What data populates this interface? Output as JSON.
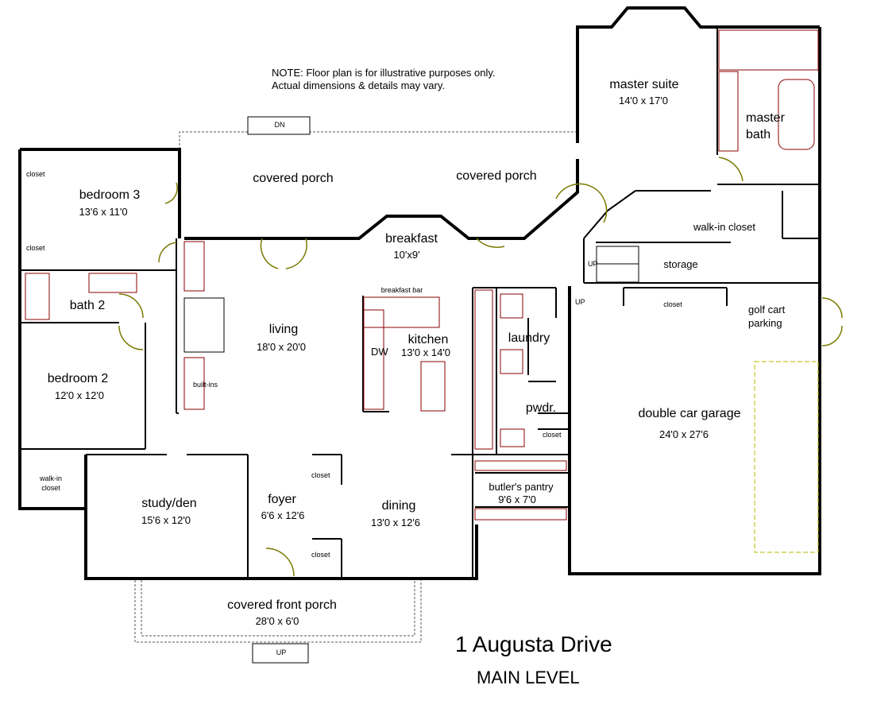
{
  "note": {
    "line1": "NOTE: Floor plan is for illustrative purposes only.",
    "line2": "Actual dimensions & details may vary."
  },
  "title": {
    "address": "1 Augusta Drive",
    "level": "MAIN LEVEL"
  },
  "rooms": {
    "bedroom3": {
      "name": "bedroom 3",
      "dims": "13'6 x 11'0"
    },
    "bedroom2": {
      "name": "bedroom 2",
      "dims": "12'0 x 12'0"
    },
    "bath2": {
      "name": "bath 2"
    },
    "master_suite": {
      "name": "master suite",
      "dims": "14'0 x 17'0"
    },
    "master_bath": {
      "name": "master",
      "name2": "bath"
    },
    "covered_porch_left": {
      "name": "covered porch"
    },
    "covered_porch_right": {
      "name": "covered porch"
    },
    "breakfast": {
      "name": "breakfast",
      "dims": "10'x9'"
    },
    "living": {
      "name": "living",
      "dims": "18'0 x 20'0"
    },
    "kitchen": {
      "name": "kitchen",
      "dims": "13'0 x 14'0"
    },
    "laundry": {
      "name": "laundry"
    },
    "pwdr": {
      "name": "pwdr."
    },
    "walkin_closet_master": {
      "name": "walk-in closet"
    },
    "storage": {
      "name": "storage"
    },
    "golf_cart": {
      "name": "golf cart",
      "name2": "parking"
    },
    "garage": {
      "name": "double car garage",
      "dims": "24'0 x 27'6"
    },
    "study": {
      "name": "study/den",
      "dims": "15'6 x 12'0"
    },
    "foyer": {
      "name": "foyer",
      "dims": "6'6 x 12'6"
    },
    "dining": {
      "name": "dining",
      "dims": "13'0 x 12'6"
    },
    "butlers_pantry": {
      "name": "butler's pantry",
      "dims": "9'6 x 7'0"
    },
    "front_porch": {
      "name": "covered front porch",
      "dims": "28'0 x 6'0"
    }
  },
  "small_labels": {
    "closet_b3_top": "closet",
    "closet_b3_bottom": "closet",
    "walkin_b2_1": "walk-in",
    "walkin_b2_2": "closet",
    "builtins": "built-ins",
    "breakfast_bar": "breakfast bar",
    "dw": "DW",
    "closet_foyer_top": "closet",
    "closet_foyer_bottom": "closet",
    "closet_garage": "closet",
    "closet_pwdr": "closet",
    "stair_up_1": "UP",
    "stair_up_2": "UP",
    "step_dn": "DN",
    "step_up": "UP"
  }
}
